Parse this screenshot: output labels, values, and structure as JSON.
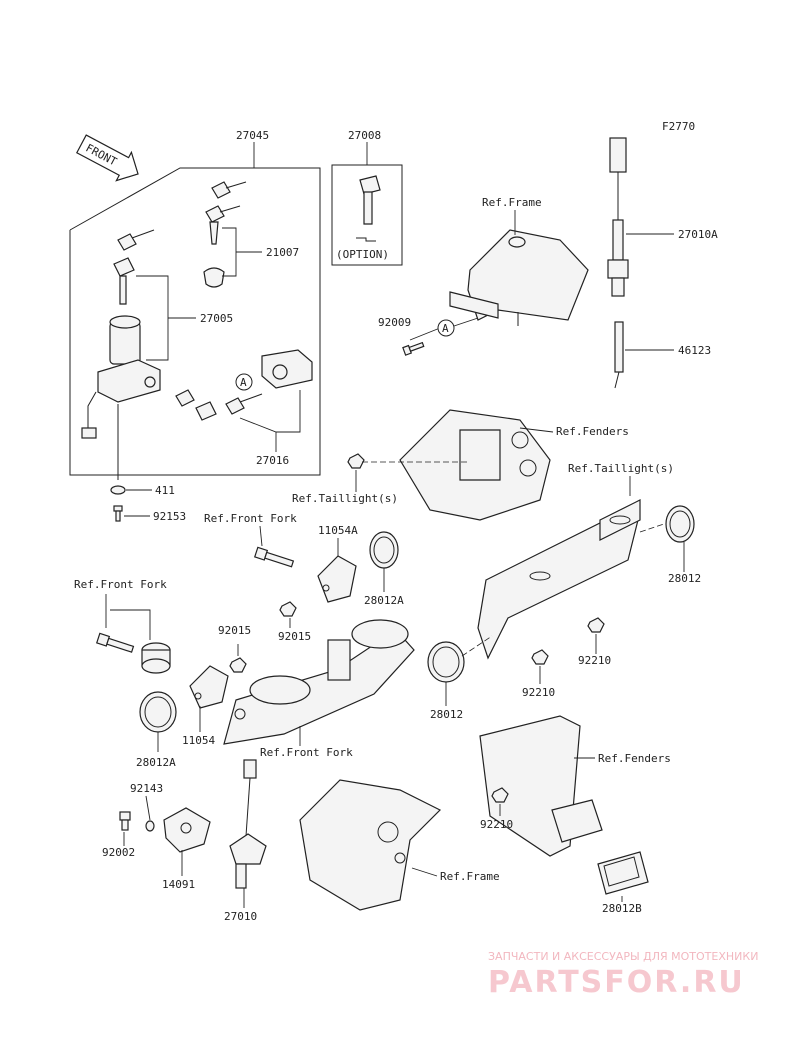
{
  "figure_code": "F2770",
  "front_label": "FRONT",
  "option_label": "(OPTION)",
  "parts": {
    "p27045": "27045",
    "p27008": "27008",
    "p21007": "21007",
    "p27005": "27005",
    "p27016": "27016",
    "p411": "411",
    "p92153": "92153",
    "p92009": "92009",
    "p27010A": "27010A",
    "p46123": "46123",
    "p11054A": "11054A",
    "p28012A_top": "28012A",
    "p92015_a": "92015",
    "p92015_b": "92015",
    "p11054": "11054",
    "p28012A_bot": "28012A",
    "p28012_left": "28012",
    "p28012_right": "28012",
    "p92210_a": "92210",
    "p92210_b": "92210",
    "p92210_c": "92210",
    "p28012B": "28012B",
    "p92143": "92143",
    "p92002": "92002",
    "p14091": "14091",
    "p27010": "27010"
  },
  "refs": {
    "frame_top": "Ref.Frame",
    "fenders_top": "Ref.Fenders",
    "taillight_left": "Ref.Taillight(s)",
    "taillight_right": "Ref.Taillight(s)",
    "front_fork_a": "Ref.Front Fork",
    "front_fork_b": "Ref.Front Fork",
    "front_fork_c": "Ref.Front Fork",
    "fenders_bottom": "Ref.Fenders",
    "frame_bottom": "Ref.Frame"
  },
  "callout_marker": "A",
  "watermark": {
    "tagline": "ЗАПЧАСТИ И АКСЕССУАРЫ ДЛЯ МОТОТЕХНИКИ",
    "brand": "PARTSFOR.RU"
  }
}
